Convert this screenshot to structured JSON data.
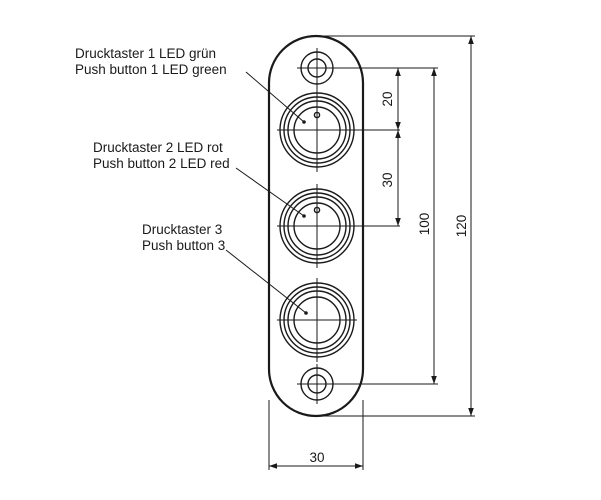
{
  "labels": {
    "button1_de": "Drucktaster 1 LED grün",
    "button1_en": "Push button 1 LED green",
    "button2_de": "Drucktaster 2 LED rot",
    "button2_en": "Push button 2 LED red",
    "button3_de": "Drucktaster 3",
    "button3_en": "Push button 3"
  },
  "dimensions": {
    "spacing_top": "20",
    "spacing_buttons": "30",
    "hole_distance": "100",
    "total_height": "120",
    "total_width": "30"
  }
}
